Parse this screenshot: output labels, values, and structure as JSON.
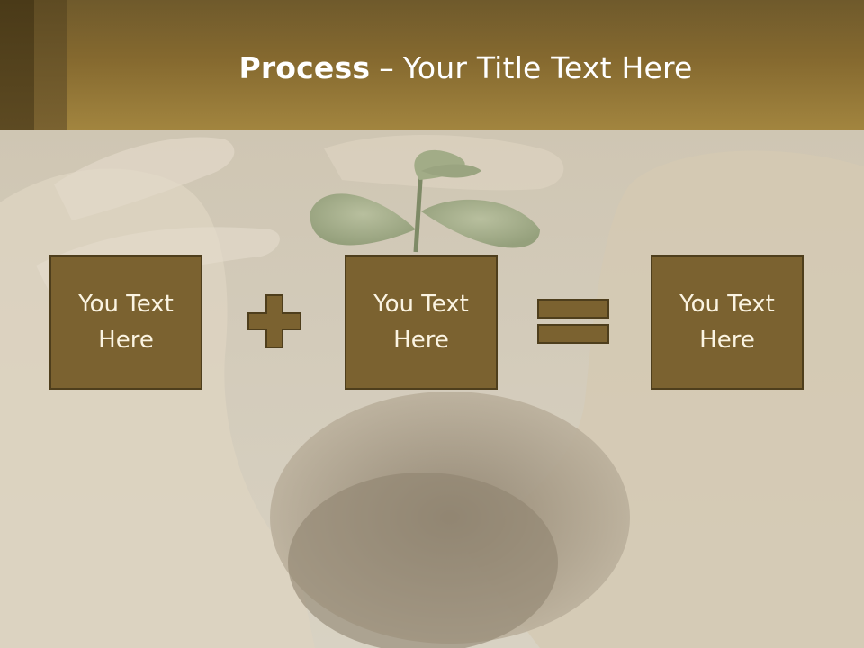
{
  "slide": {
    "title_bold": "Process",
    "title_separator": "–",
    "title_rest": "Your Title Text Here"
  },
  "process": {
    "box_1": "You Text Here",
    "operator_1": "plus-icon",
    "box_2": "You Text Here",
    "operator_2": "equals-icon",
    "box_3": "You Text Here"
  },
  "colors": {
    "header": "#8a6c31",
    "box_fill": "#7b6230",
    "box_border": "#4e3e1c",
    "box_text": "#fbf4e2",
    "title_text": "#ffffff"
  }
}
